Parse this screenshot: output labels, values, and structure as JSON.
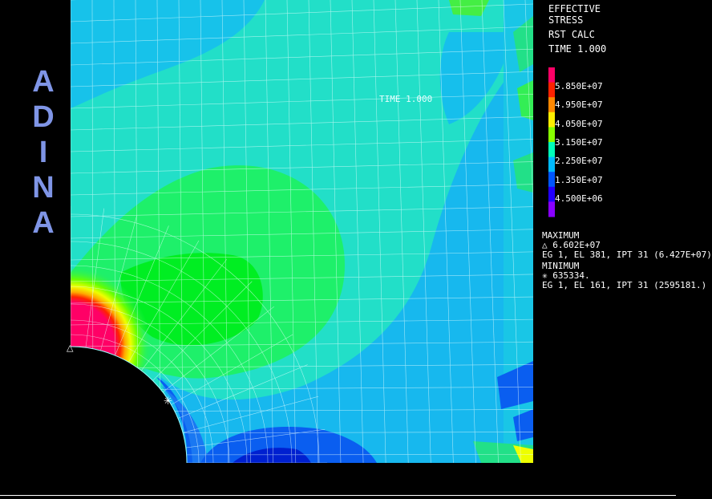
{
  "logo": {
    "letters": [
      "A",
      "D",
      "I",
      "N",
      "A"
    ]
  },
  "plot": {
    "time_annotation": "TIME 1.000",
    "maximum_marker": "△",
    "minimum_marker": "✳"
  },
  "legend": {
    "title_line1": "EFFECTIVE",
    "title_line2": "STRESS",
    "title_line3": "RST CALC",
    "title_line4": "TIME 1.000",
    "ticks": [
      "5.850E+07",
      "4.950E+07",
      "4.050E+07",
      "3.150E+07",
      "2.250E+07",
      "1.350E+07",
      "4.500E+06"
    ],
    "colors": [
      "#ff0066",
      "#ff2200",
      "#ff8800",
      "#ffee00",
      "#88ff00",
      "#00ffbb",
      "#00bbff",
      "#0055ff",
      "#2200ff",
      "#8800ff"
    ]
  },
  "extrema": {
    "max_label": "MAXIMUM",
    "max_value": "△ 6.602E+07",
    "max_location": "EG 1, EL 381, IPT 31 (6.427E+07)",
    "min_label": "MINIMUM",
    "min_value": "✳ 635334.",
    "min_location": "EG 1, EL 161, IPT 31 (2595181.)"
  },
  "palette": {
    "bg": "#000000",
    "mesh": "#e8ffff",
    "base": "#22dfc8",
    "light_blue": "#16b8ee",
    "green": "#1ef06a",
    "bright_green": "#00f000",
    "blue": "#0a60f0",
    "deep_blue": "#0000c8"
  }
}
